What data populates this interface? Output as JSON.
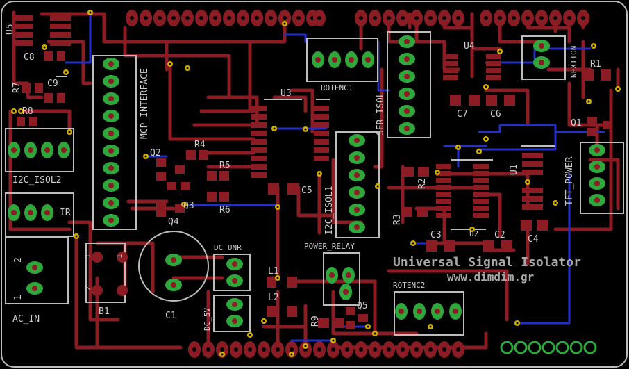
{
  "title": "Universal Signal Isolator",
  "url": "www.dimdim.gr",
  "colors": {
    "background": "#000000",
    "top_trace": "#8b1c24",
    "bottom_trace": "#2230c8",
    "pad": "#2ea83a",
    "silkscreen": "#cfcfcf",
    "via": "#d4b000",
    "outline": "#bdbdbd"
  },
  "modules": {
    "u5": "U5",
    "c8": "C8",
    "c9": "C9",
    "r7": "R7",
    "r8": "R8",
    "i2c_isol2": "I2C_ISOL2",
    "ir": "IR",
    "mcp_interface": "MCP_INTERFACE",
    "q2": "Q2",
    "r4": "R4",
    "r5": "R5",
    "q3": "Q3",
    "r6": "R6",
    "q4": "Q4",
    "u3": "U3",
    "c5": "C5",
    "rotenc1": "ROTENC1",
    "ser_isol": "SER_ISOL",
    "u4": "U4",
    "c7": "C7",
    "c6": "C6",
    "nextion": "NEXTION",
    "r1": "R1",
    "q1": "Q1",
    "tft_power": "TFT_POWER",
    "i2c_isol1": "I2C_ISOL1",
    "r2": "R2",
    "r3": "R3",
    "c3": "C3",
    "u2": "U2",
    "c2": "C2",
    "c4": "C4",
    "u1": "U1",
    "ac_in": "AC_IN",
    "b1": "B1",
    "c1": "C1",
    "dc_unr": "DC_UNR",
    "l1": "L1",
    "l2": "L2",
    "dc_5v": "DC_5V",
    "power_relay": "POWER_RELAY",
    "r9": "R9",
    "q5": "Q5",
    "rotenc2": "ROTENC2",
    "ac_pin1": "1",
    "ac_pin2": "2",
    "b1_n1": "1",
    "b1_n2": "2",
    "b1_n3": "1"
  }
}
